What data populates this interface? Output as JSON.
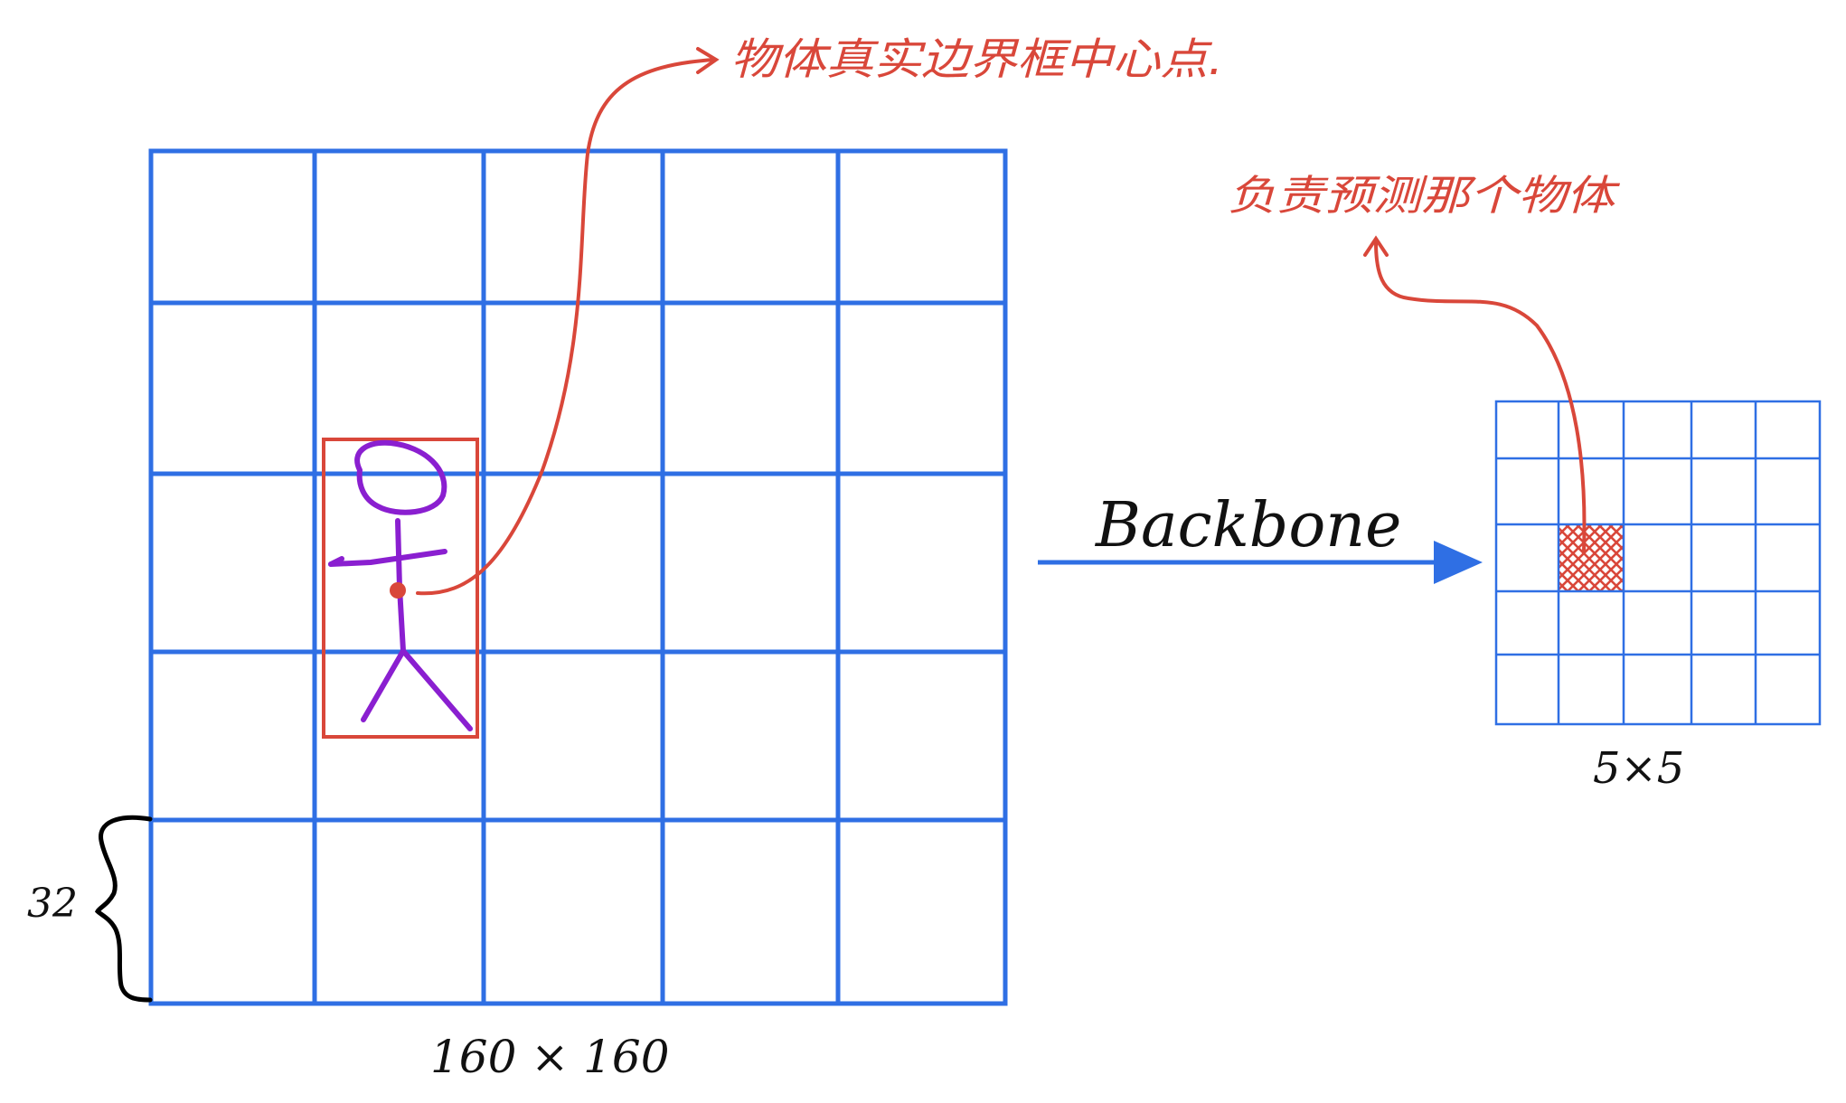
{
  "labels": {
    "object_center": "物体真实边界框中心点.",
    "responsible": "负责预测那个物体",
    "backbone": "Backbone",
    "input_size": "160 × 160",
    "output_size": "5×5",
    "cell_size": "32"
  },
  "grids": {
    "input": {
      "rows": 5,
      "cols": 5
    },
    "output": {
      "rows": 5,
      "cols": 5,
      "highlight_cell": {
        "row": 3,
        "col": 2
      }
    }
  },
  "colors": {
    "grid_blue": "#2f6fe4",
    "annotation_red": "#d9473a",
    "figure_purple": "#8a1fd0",
    "brace_black": "#000000"
  }
}
